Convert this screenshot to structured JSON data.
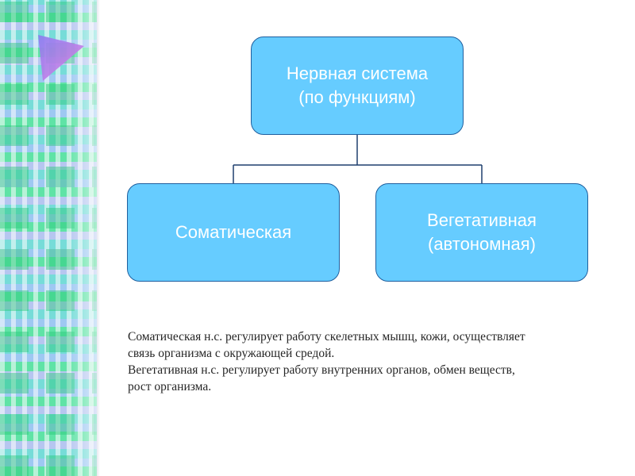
{
  "diagram": {
    "root": {
      "label": "Нервная система\n(по функциям)"
    },
    "children": [
      {
        "label": "Соматическая"
      },
      {
        "label": "Вегетативная\n(автономная)"
      }
    ],
    "colors": {
      "node_fill": "#66ccff",
      "node_border": "#1f5f9e",
      "node_text": "#ffffff",
      "connector": "#1f3f6e"
    }
  },
  "description": {
    "somatic": "Соматическая н.с. регулирует работу скелетных мышц, кожи, осуществляет связь организма с окружающей средой.",
    "vegetative": "Вегетативная н.с. регулирует работу внутренних органов, обмен веществ, рост организма."
  },
  "decoration": {
    "left_strip_icon": "triangle-play-icon"
  }
}
